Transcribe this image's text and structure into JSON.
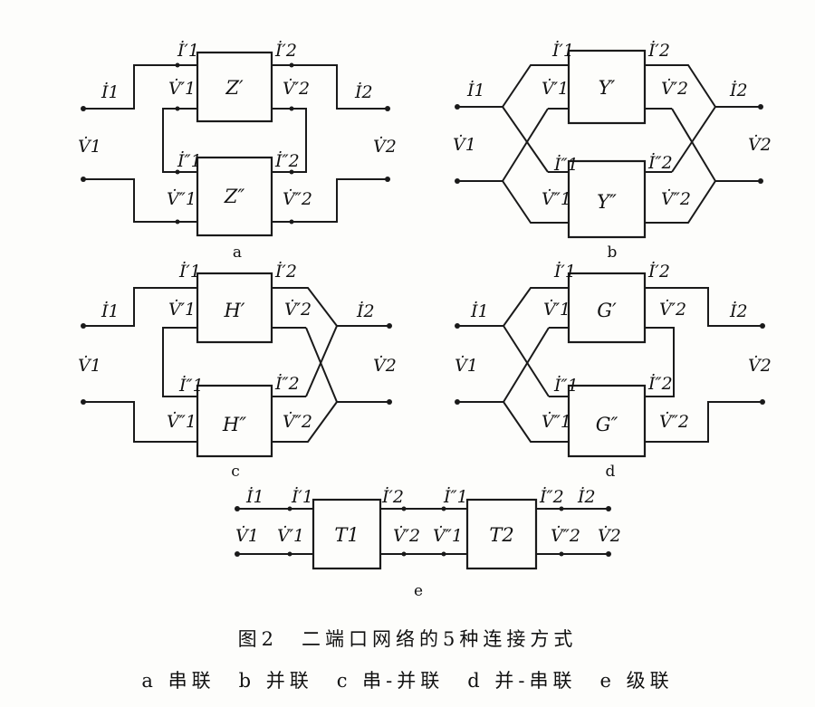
{
  "panels": [
    {
      "id": "a",
      "tag": "a",
      "box_top": "Z′",
      "box_bottom": "Z″",
      "top_port1_current": "İ′1",
      "top_port2_current": "İ′2",
      "bot_port1_current": "İ″1",
      "bot_port2_current": "İ″2",
      "top_port1_voltage": "V̇′1",
      "top_port2_voltage": "V̇′2",
      "bot_port1_voltage": "V̇″1",
      "bot_port2_voltage": "V̇″2",
      "in_current": "İ1",
      "out_current": "İ2",
      "in_voltage": "V̇1",
      "out_voltage": "V̇2"
    },
    {
      "id": "b",
      "tag": "b",
      "box_top": "Y′",
      "box_bottom": "Y″",
      "top_port1_current": "İ′1",
      "top_port2_current": "İ′2",
      "bot_port1_current": "İ″1",
      "bot_port2_current": "İ″2",
      "top_port1_voltage": "V̇′1",
      "top_port2_voltage": "V̇′2",
      "bot_port1_voltage": "V̇″1",
      "bot_port2_voltage": "V̇″2",
      "in_current": "İ1",
      "out_current": "İ2",
      "in_voltage": "V̇1",
      "out_voltage": "V̇2"
    },
    {
      "id": "c",
      "tag": "c",
      "box_top": "H′",
      "box_bottom": "H″",
      "top_port1_current": "İ′1",
      "top_port2_current": "İ′2",
      "bot_port1_current": "İ″1",
      "bot_port2_current": "İ″2",
      "top_port1_voltage": "V̇′1",
      "top_port2_voltage": "V̇′2",
      "bot_port1_voltage": "V̇″1",
      "bot_port2_voltage": "V̇″2",
      "in_current": "İ1",
      "out_current": "İ2",
      "in_voltage": "V̇1",
      "out_voltage": "V̇2"
    },
    {
      "id": "d",
      "tag": "d",
      "box_top": "G′",
      "box_bottom": "G″",
      "top_port1_current": "İ′1",
      "top_port2_current": "İ′2",
      "bot_port1_current": "İ″1",
      "bot_port2_current": "İ″2",
      "top_port1_voltage": "V̇′1",
      "top_port2_voltage": "V̇′2",
      "bot_port1_voltage": "V̇″1",
      "bot_port2_voltage": "V̇″2",
      "in_current": "İ1",
      "out_current": "İ2",
      "in_voltage": "V̇1",
      "out_voltage": "V̇2"
    }
  ],
  "cascade": {
    "tag": "e",
    "box1": "T1",
    "box2": "T2",
    "in_current": "İ1",
    "in_voltage": "V̇1",
    "t1_in_current": "İ′1",
    "t1_in_voltage": "V̇′1",
    "t1_out_current": "İ′2",
    "t1_out_voltage": "V̇′2",
    "t2_in_current": "İ″1",
    "t2_in_voltage": "V̇″1",
    "t2_out_current": "İ″2",
    "t2_out_voltage": "V̇″2",
    "out_current": "İ2",
    "out_voltage": "V̇2"
  },
  "caption": {
    "title": "图2　二端口网络的5种连接方式",
    "legend": "a 串联　b 并联　c 串-并联　d 并-串联　e 级联"
  }
}
